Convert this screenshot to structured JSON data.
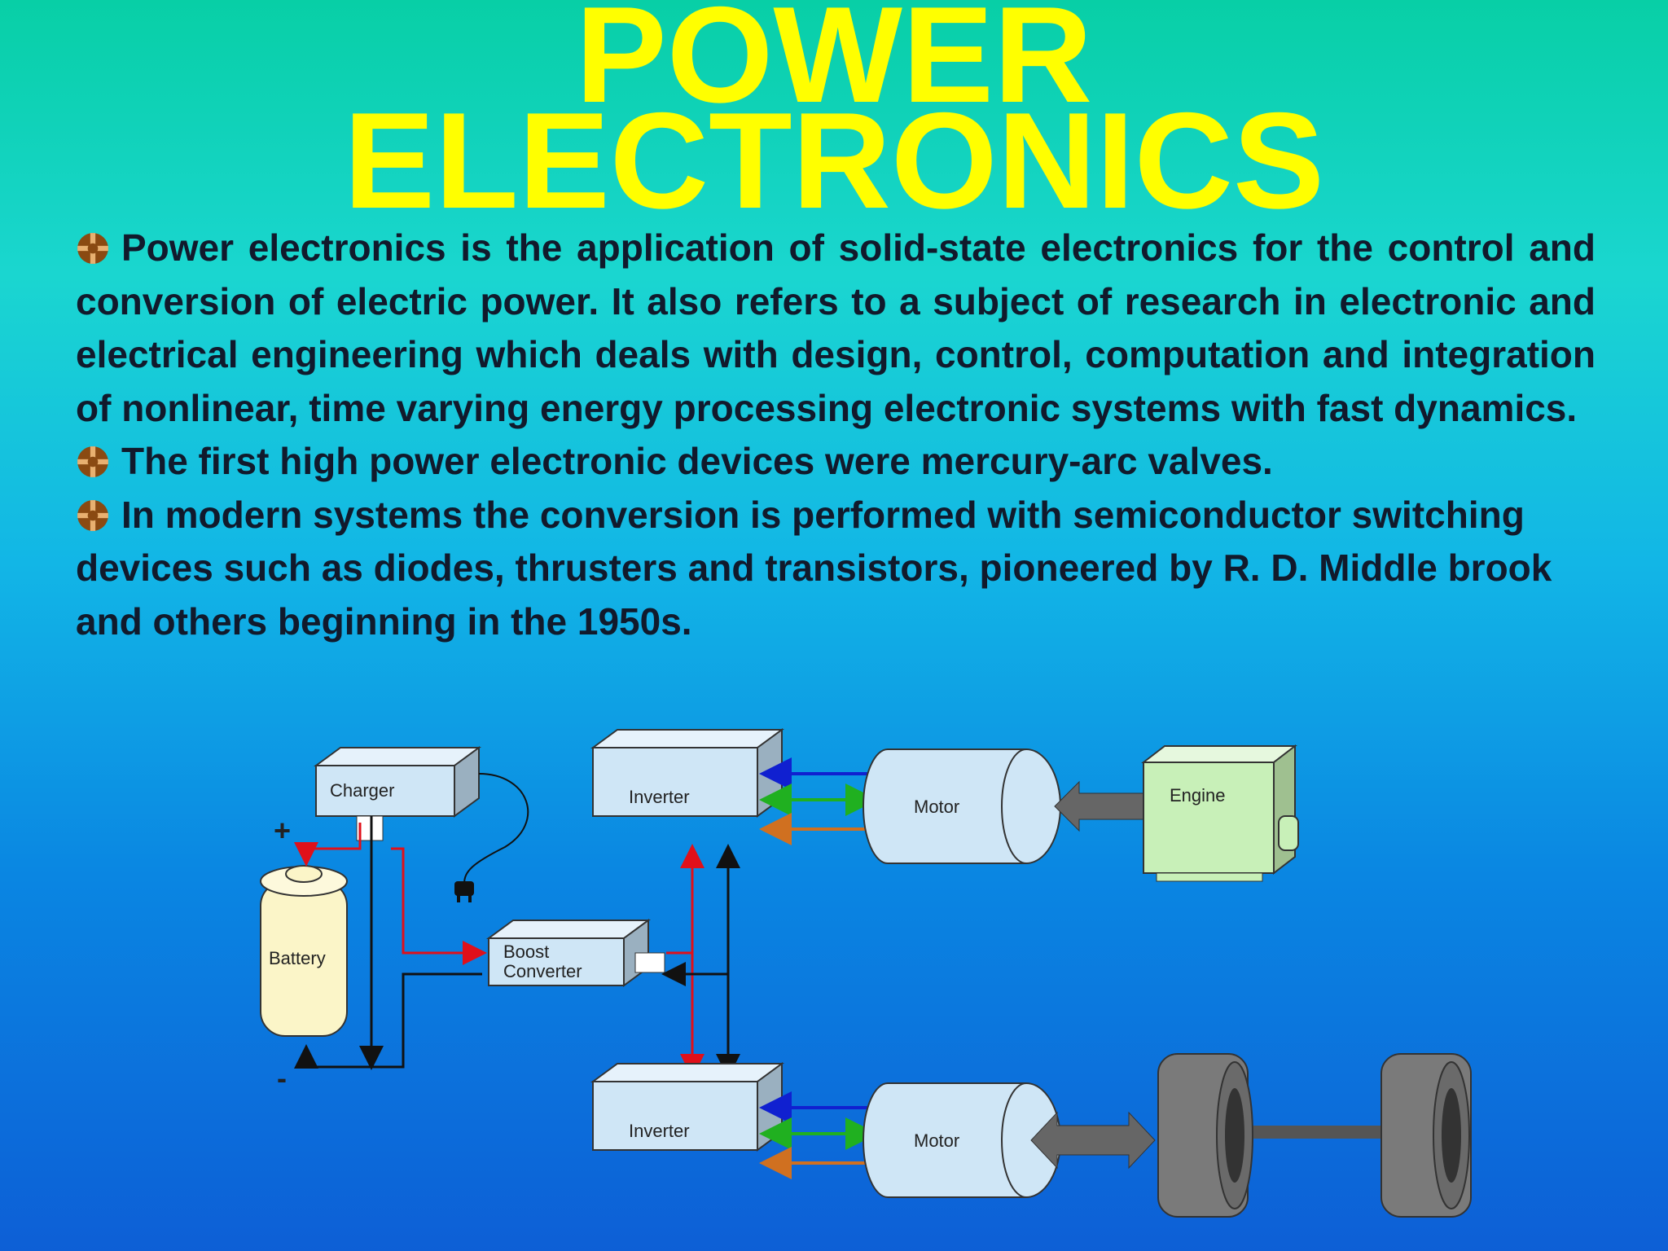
{
  "title": {
    "line1": "POWER",
    "line2": "ELECTRONICS"
  },
  "paragraphs": [
    {
      "bullet": "sun-bullet-icon",
      "text": "Power electronics is the application of solid-state electronics for the control and conversion of electric power. It also refers to a subject of research in electronic and electrical engineering which deals with design, control, computation and integration of nonlinear, time varying energy processing electronic systems with fast dynamics."
    },
    {
      "bullet": "sun-bullet-icon",
      "text": "The first high power electronic devices were mercury-arc valves."
    },
    {
      "bullet": "sun-bullet-icon",
      "text": "In modern systems the conversion is performed with semiconductor switching devices such as diodes, thrusters and transistors, pioneered by R. D. Middle brook and others beginning in the 1950s."
    }
  ],
  "diagram": {
    "labels": {
      "charger": "Charger",
      "battery": "Battery",
      "boost_line1": "Boost",
      "boost_line2": "Converter",
      "inverter_top": "Inverter",
      "inverter_bottom": "Inverter",
      "motor_top": "Motor",
      "motor_bottom": "Motor",
      "engine": "Engine",
      "plus": "+",
      "minus": "-"
    },
    "colors": {
      "red_line": "#e0101a",
      "blue_line": "#1020d0",
      "green_line": "#20b020",
      "orange_line": "#d07020",
      "box_face": "#cfe6f6",
      "engine_face": "#c8f0b8",
      "battery_face": "#fbf5c8",
      "wheel": "#7a7a7a"
    }
  }
}
